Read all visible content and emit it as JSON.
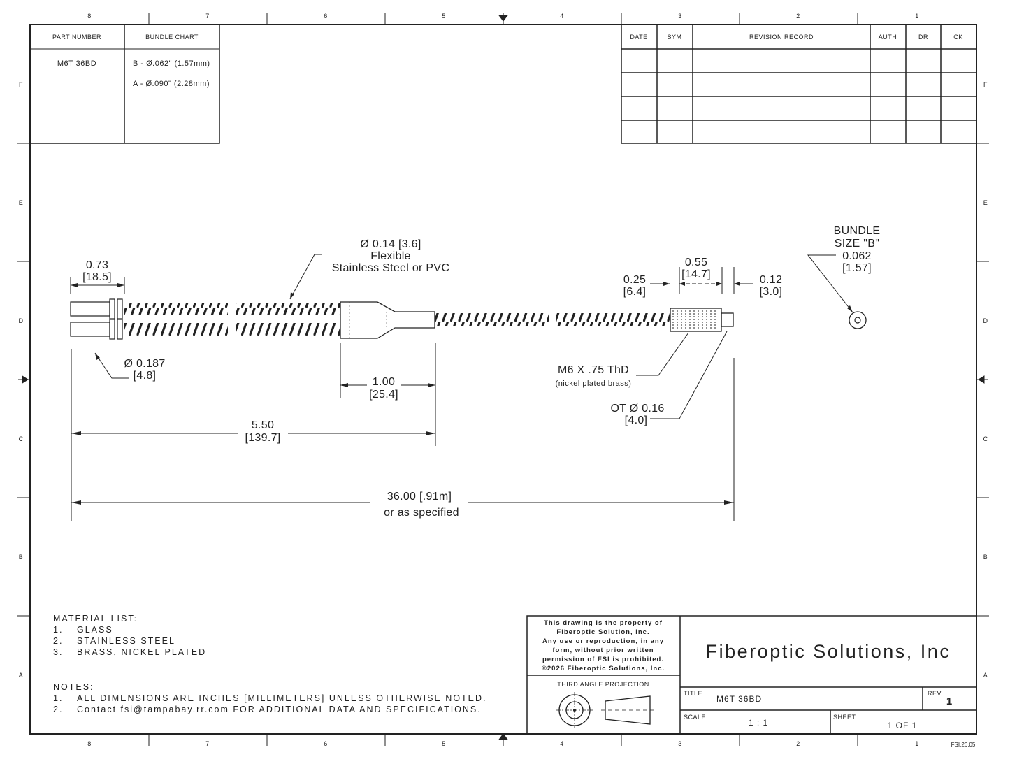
{
  "zones": {
    "columns": [
      "8",
      "7",
      "6",
      "5",
      "4",
      "3",
      "2",
      "1"
    ],
    "rows": [
      "F",
      "E",
      "D",
      "C",
      "B",
      "A"
    ]
  },
  "part_table": {
    "headers": [
      "PART NUMBER",
      "BUNDLE CHART"
    ],
    "part_number": "M6T 36BD",
    "bundle_rows": [
      "B - Ø.062\" (1.57mm)",
      "A - Ø.090\" (2.28mm)"
    ]
  },
  "revision_table": {
    "headers": [
      "DATE",
      "SYM",
      "REVISION RECORD",
      "AUTH",
      "DR",
      "CK"
    ]
  },
  "dimensions": {
    "ferrule_len": [
      "0.73",
      "[18.5]"
    ],
    "cable_dia": [
      "Ø 0.14 [3.6]",
      "Flexible",
      "Stainless Steel or PVC"
    ],
    "ferrule_dia": [
      "Ø 0.187",
      "[4.8]"
    ],
    "breakout_len": [
      "1.00",
      "[25.4]"
    ],
    "leg_len": [
      "5.50",
      "[139.7]"
    ],
    "overall_len": [
      "36.00 [.91m]",
      "or as specified"
    ],
    "nut_offset": [
      "0.25",
      "[6.4]"
    ],
    "thread_len": [
      "0.55",
      "[14.7]"
    ],
    "tip_len": [
      "0.12",
      "[3.0]"
    ],
    "thread_spec": [
      "M6 X .75 ThD",
      "(nickel plated brass)"
    ],
    "tip_dia": [
      "OT Ø 0.16",
      "[4.0]"
    ],
    "bundle_size": [
      "BUNDLE",
      "SIZE \"B\"",
      "0.062",
      "[1.57]"
    ]
  },
  "material_list": {
    "title": "MATERIAL LIST:",
    "items": [
      {
        "num": "1.",
        "text": "GLASS"
      },
      {
        "num": "2.",
        "text": "STAINLESS STEEL"
      },
      {
        "num": "3.",
        "text": "BRASS, NICKEL PLATED"
      }
    ]
  },
  "notes": {
    "title": "NOTES:",
    "items": [
      {
        "num": "1.",
        "text": "ALL DIMENSIONS ARE INCHES [MILLIMETERS] UNLESS OTHERWISE NOTED."
      },
      {
        "num": "2.",
        "text": "Contact fsi@tampabay.rr.com FOR ADDITIONAL DATA AND SPECIFICATIONS."
      }
    ]
  },
  "title_block": {
    "legal": [
      "This drawing is the property of",
      "Fiberoptic Solution, Inc.",
      "Any use or reproduction, in any",
      "form, without prior written",
      "permission of FSI is prohibited.",
      "©2026 Fiberoptic Solutions, Inc."
    ],
    "projection_label": "THIRD ANGLE PROJECTION",
    "company": "Fiberoptic Solutions, Inc",
    "title_label": "TITLE",
    "title_value": "M6T 36BD",
    "rev_label": "REV.",
    "rev_value": "1",
    "scale_label": "SCALE",
    "scale_value": "1 : 1",
    "sheet_label": "SHEET",
    "sheet_value": "1  OF 1"
  },
  "doc_code": "FSI.26.05"
}
